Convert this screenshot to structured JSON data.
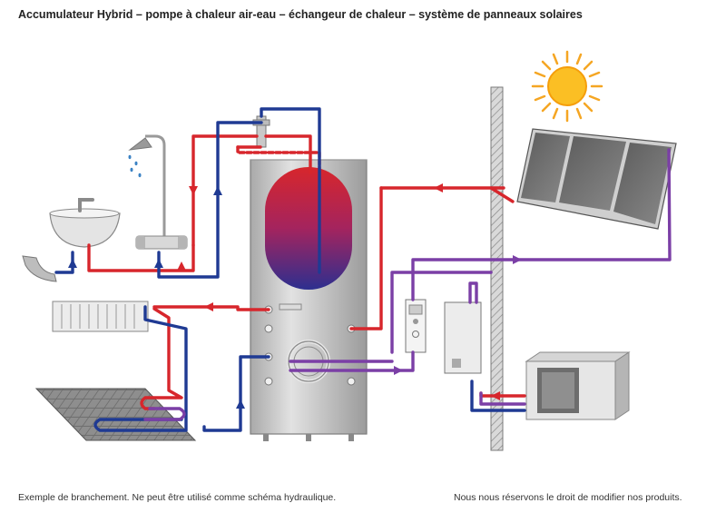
{
  "title": "Accumulateur Hybrid – pompe à chaleur air-eau – échangeur de chaleur – système de panneaux solaires",
  "footer": {
    "left_note": "Exemple de branchement. Ne peut être utilisé comme schéma hydraulique.",
    "right_note": "Nous nous réservons le droit de modifier nos produits."
  },
  "colors": {
    "hot": "#d7262c",
    "cold": "#1f3a93",
    "solar": "#7b3fa6",
    "tank": "#c9c9c9",
    "wall": "#bdbdbd"
  },
  "icons": [
    "sun-icon",
    "shower-icon",
    "sink-icon",
    "solar-panel-icon",
    "radiator-icon",
    "floor-heating-icon",
    "heat-pump-icon",
    "storage-tank-icon",
    "mixing-valve-icon",
    "exhaust-pipe-icon"
  ]
}
